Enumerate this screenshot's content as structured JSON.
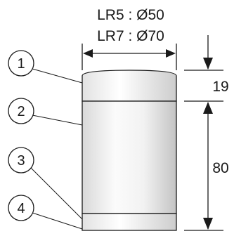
{
  "dimensions": {
    "diameter_lr5": "LR5 : Ø50",
    "diameter_lr7": "LR7 : Ø70",
    "top_height": "19",
    "body_height": "80"
  },
  "callouts": [
    {
      "number": "1"
    },
    {
      "number": "2"
    },
    {
      "number": "3"
    },
    {
      "number": "4"
    }
  ],
  "colors": {
    "line": "#1a1a1a",
    "body_light": "#fafafa",
    "body_shade": "#cfcfcf"
  }
}
